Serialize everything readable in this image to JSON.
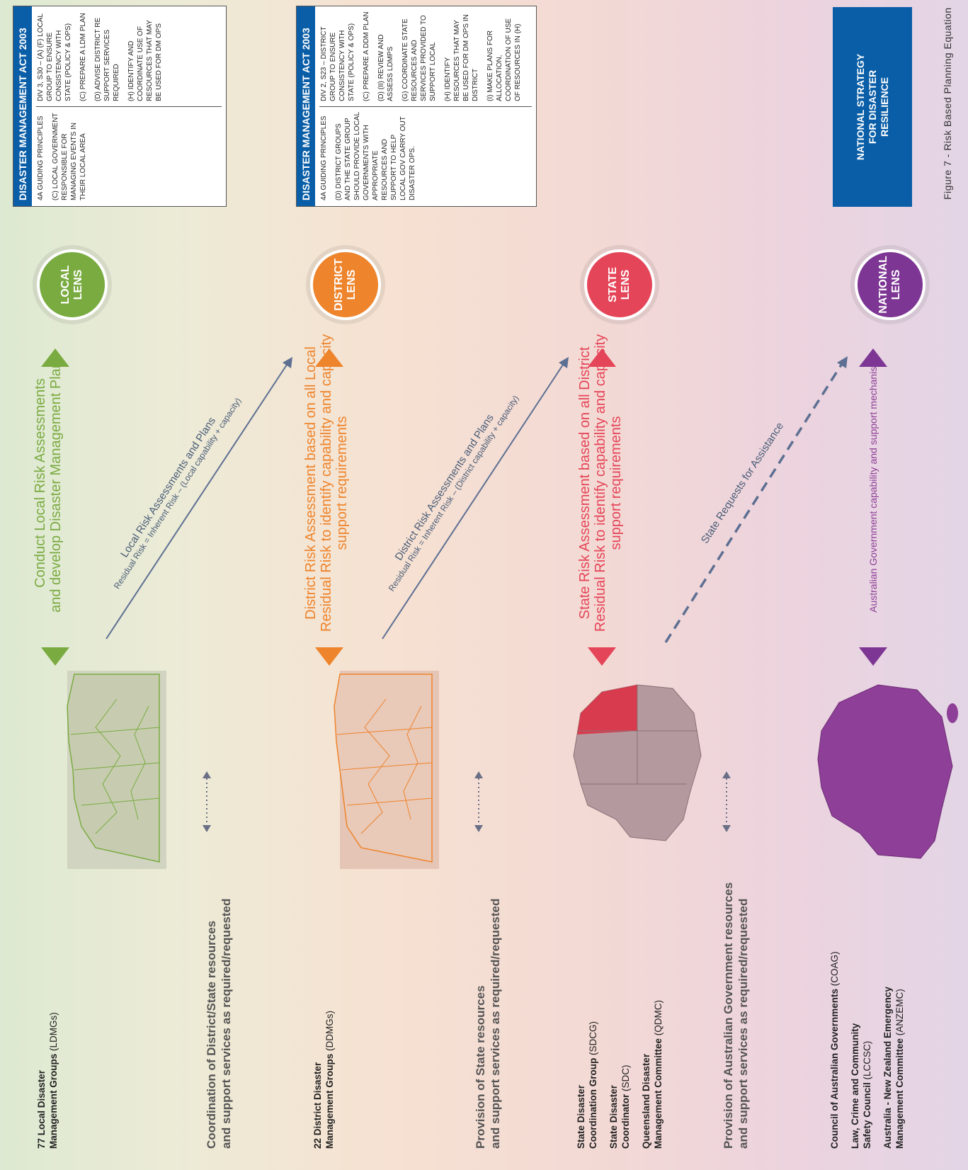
{
  "caption": "Figure 7 - Risk Based Planning Equation",
  "colors": {
    "local": "#7aab41",
    "district": "#ee842c",
    "state": "#e54558",
    "national": "#7d3694",
    "dma_blue": "#0a5ea7",
    "arrow": "#5d6f92"
  },
  "local": {
    "entity_prefix": "77 Local Disaster",
    "entity_bold": "Management Groups",
    "entity_abbr": "(LDMGs)",
    "description_line1": "Conduct Local Risk Assessments",
    "description_line2": "and develop Disaster Management Plans",
    "lens_line1": "LOCAL",
    "lens_line2": "LENS",
    "dma": {
      "header": "DISASTER MANAGEMENT ACT 2003",
      "col1": [
        "4A GUIDING PRINCIPLES",
        "(C) LOCAL GOVERNMENT RESPONSIBLE FOR MANAGING EVENTS IN THEIR LOCAL AREA"
      ],
      "col2": [
        "DIV 3, S30 – (A) (F) LOCAL GROUP TO ENSURE CONSISTENCY WITH STATE (POLICY & OPS)",
        "(C) PREPARE A LDM PLAN",
        "(D) ADVISE DISTRICT RE SUPPORT SERVICES REQUIRED",
        "(H) IDENTIFY AND COORDINATE USE OF RESOURCES THAT MAY BE USED FOR DM OPS"
      ]
    }
  },
  "link1": {
    "coordination_line1": "Coordination of District/State resources",
    "coordination_line2": "and support services as required/requested",
    "diag_title": "Local Risk Assessments and Plans",
    "diag_formula": "Residual Risk = Inherent Risk – (Local capability + capacity)"
  },
  "district": {
    "entity_line1": "22 District Disaster",
    "entity_bold": "Management Groups",
    "entity_abbr": "(DDMGs)",
    "description_line1": "District Risk Assessment based on all Local",
    "description_line2": "Residual Risk to identify capability and capacity",
    "description_line3": "support requirements",
    "lens_line1": "DISTRICT",
    "lens_line2": "LENS",
    "dma": {
      "header": "DISASTER MANAGEMENT ACT 2003",
      "col1": [
        "4A GUIDING PRINCIPLES",
        "(D) DISTRICT GROUPS AND THE STATE GROUP SHOULD PROVIDE LOCAL GOVERNMENTS WITH APPROPRIATE RESOURCES AND SUPPORT TO HELP LOCAL GOV CARRY OUT DISASTER OPS."
      ],
      "col2": [
        "DIV 2, S23 – DISTRICT GROUP TO ENSURE CONSISTENCY WITH STATE (POLICY & OPS)",
        "(C) PREPARE A DDM PLAN",
        "(D) (II) REVIEW AND ASSESS LDMPS",
        "(G) COORDINATE STATE RESOURCES AND SERVICES PROVIDED TO SUPPORT LOCAL",
        "(H) IDENTIFY RESOURCES THAT MAY BE USED FOR DM OPS IN DISTRICT",
        "(I) MAKE PLANS FOR ALLOCATION, COORDINATION OF USE OF RESOURCES IN (H)"
      ]
    }
  },
  "link2": {
    "coordination_line1": "Provision of State resources",
    "coordination_line2": "and support services as required/requested",
    "diag_title": "District Risk Assessments and Plans",
    "diag_formula": "Residual Risk = Inherent Risk – (District capability + capacity)"
  },
  "state": {
    "entities": [
      {
        "line1": "State Disaster",
        "bold": "Coordination Group",
        "abbr": "(SDCG)"
      },
      {
        "line1": "State Disaster",
        "bold": "Coordinator",
        "abbr": "(SDC)"
      },
      {
        "line1": "Queensland Disaster",
        "bold": "Management Committee",
        "abbr": "(QDMC)"
      }
    ],
    "description_line1": "State Risk Assessment based on all District",
    "description_line2": "Residual Risk to identify capability and capacity",
    "description_line3": "support requirements",
    "lens_line1": "STATE",
    "lens_line2": "LENS"
  },
  "link3": {
    "coordination_line1": "Provision of Australian Government resources",
    "coordination_line2": "and support services as required/requested",
    "diag_title": "State Requests for Assistance"
  },
  "national": {
    "entities": [
      {
        "bold": "Council of Australian Governments",
        "abbr": "(COAG)"
      },
      {
        "bold": "Law, Crime and Community",
        "bold2": "Safety Council",
        "abbr": "(LCCSC)"
      },
      {
        "bold": "Australia - New Zealand Emergency",
        "bold2": "Management Committee",
        "abbr": "(ANZEMC)"
      }
    ],
    "description": "Australian Government capability and support mechanisms",
    "lens_line1": "NATIONAL",
    "lens_line2": "LENS",
    "strategy_line1": "NATIONAL STRATEGY",
    "strategy_line2": "FOR DISASTER",
    "strategy_line3": "RESILIENCE"
  }
}
